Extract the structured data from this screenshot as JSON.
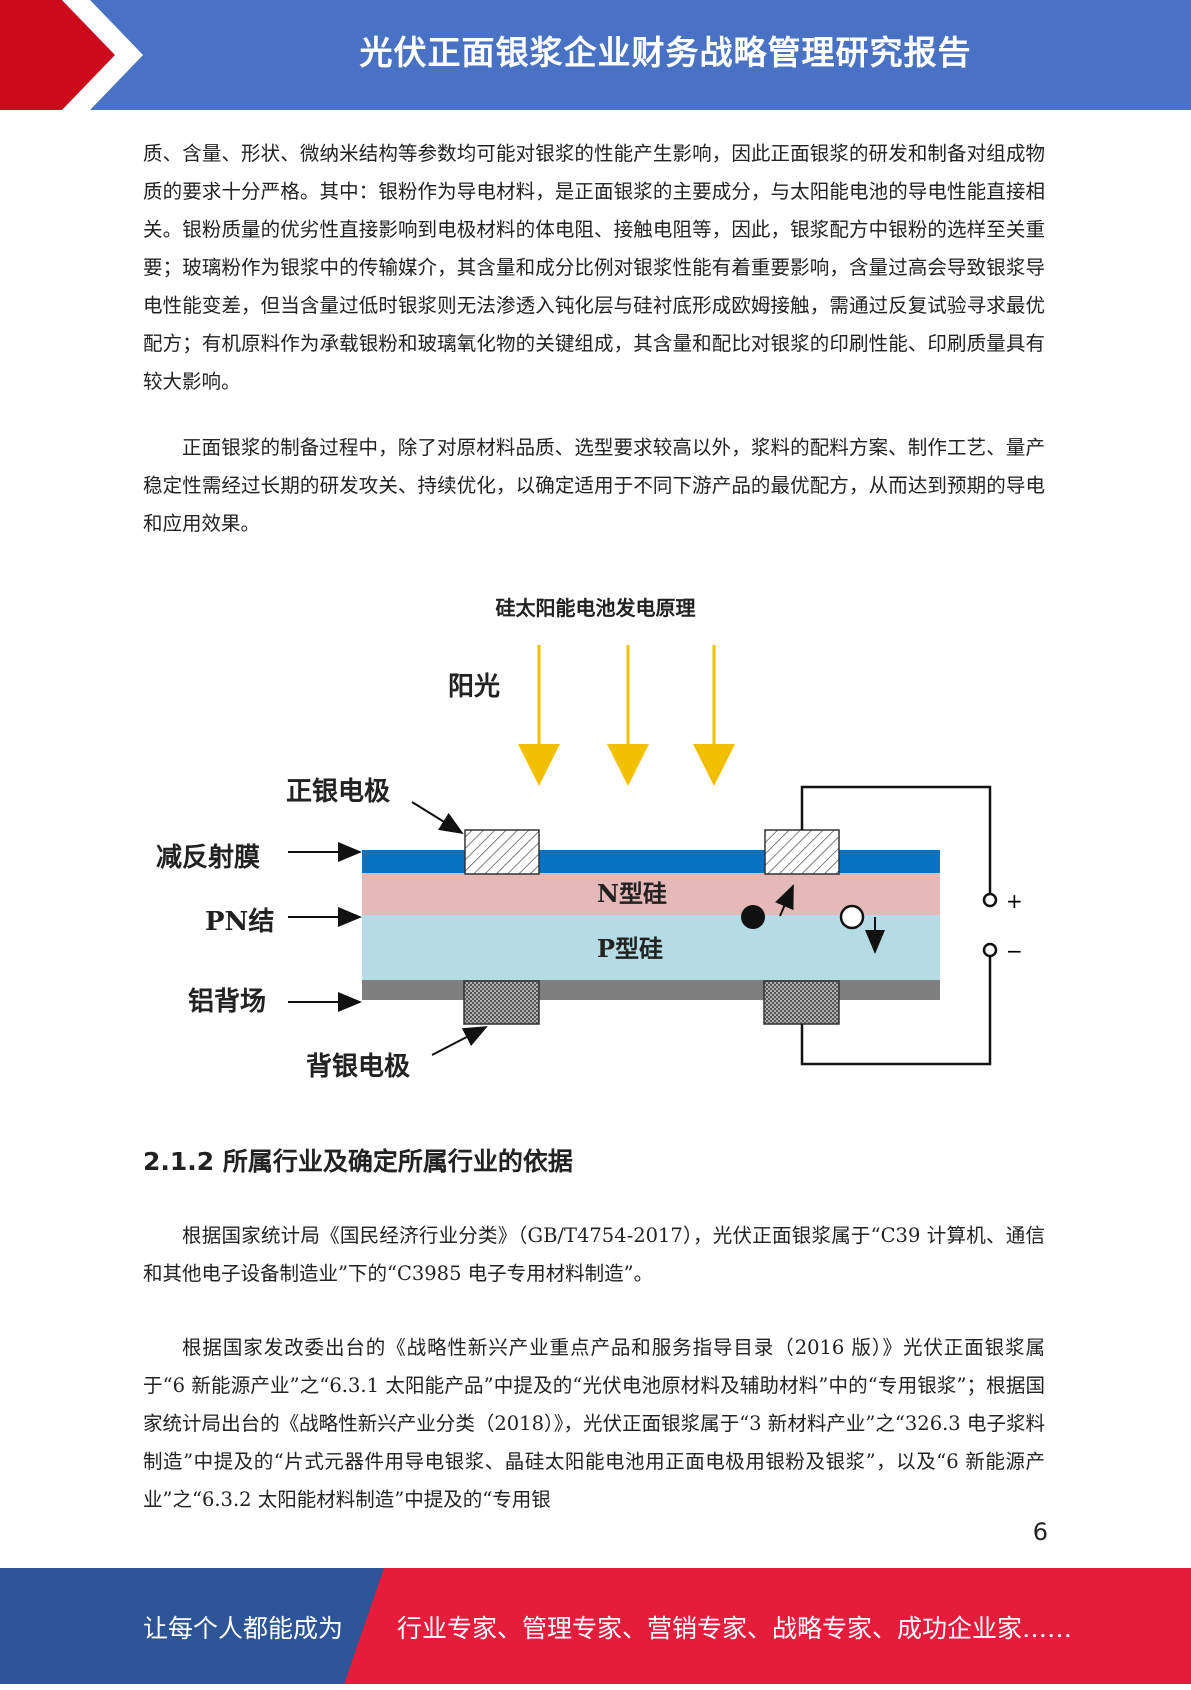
{
  "header": {
    "title": "光伏正面银浆企业财务战略管理研究报告"
  },
  "paragraphs": {
    "p1": "质、含量、形状、微纳米结构等参数均可能对银浆的性能产生影响，因此正面银浆的研发和制备对组成物质的要求十分严格。其中：银粉作为导电材料，是正面银浆的主要成分，与太阳能电池的导电性能直接相关。银粉质量的优劣性直接影响到电极材料的体电阻、接触电阻等，因此，银浆配方中银粉的选样至关重要；玻璃粉作为银浆中的传输媒介，其含量和成分比例对银浆性能有着重要影响，含量过高会导致银浆导电性能变差，但当含量过低时银浆则无法渗透入钝化层与硅衬底形成欧姆接触，需通过反复试验寻求最优配方；有机原料作为承载银粉和玻璃氧化物的关键组成，其含量和配比对银浆的印刷性能、印刷质量具有较大影响。",
    "p2": "正面银浆的制备过程中，除了对原材料品质、选型要求较高以外，浆料的配料方案、制作工艺、量产稳定性需经过长期的研发攻关、持续优化，以确定适用于不同下游产品的最优配方，从而达到预期的导电和应用效果。",
    "p3": "根据国家统计局《国民经济行业分类》（GB/T4754-2017），光伏正面银浆属于“C39 计算机、通信和其他电子设备制造业”下的“C3985 电子专用材料制造”。",
    "p4": "根据国家发改委出台的《战略性新兴产业重点产品和服务指导目录（2016 版）》光伏正面银浆属于“6 新能源产业”之“6.3.1 太阳能产品”中提及的“光伏电池原材料及辅助材料”中的“专用银浆”；根据国家统计局出台的《战略性新兴产业分类（2018）》，光伏正面银浆属于“3 新材料产业”之“326.3 电子浆料制造”中提及的“片式元器件用导电银浆、晶硅太阳能电池用正面电极用银粉及银浆”，以及“6 新能源产业”之“6.3.2 太阳能材料制造”中提及的“专用银"
  },
  "figure": {
    "title": "硅太阳能电池发电原理",
    "labels": {
      "sunlight": "阳光",
      "front_electrode": "正银电极",
      "antireflection": "减反射膜",
      "pn_junction": "PN结",
      "aluminum_bsf": "铝背场",
      "back_electrode": "背银电极",
      "n_silicon": "N型硅",
      "p_silicon": "P型硅",
      "plus": "+",
      "minus": "−"
    },
    "colors": {
      "antireflection": "#0872c4",
      "n_silicon": "#e6b9b9",
      "p_silicon": "#b5dce5",
      "aluminum": "#7f7f7f",
      "sun_arrow": "#f2c000"
    }
  },
  "section": {
    "heading": "2.1.2 所属行业及确定所属行业的依据"
  },
  "page_number": "6",
  "footer": {
    "left_text": "让每个人都能成为",
    "right_text": "行业专家、管理专家、营销专家、战略专家、成功企业家……",
    "colors": {
      "left": "#2d5597",
      "right": "#e51c3c"
    }
  }
}
